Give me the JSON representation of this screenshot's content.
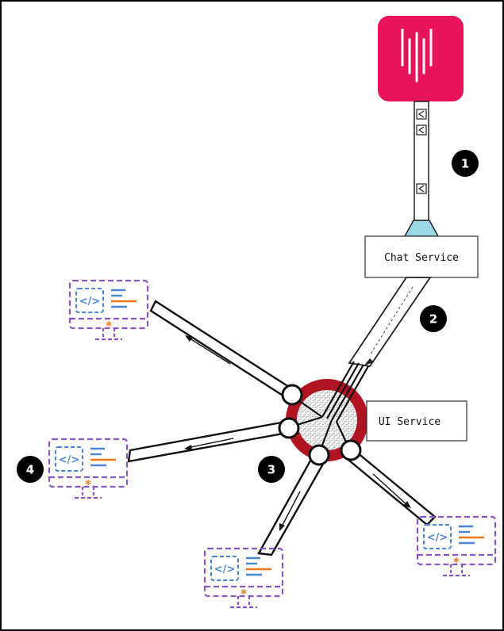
{
  "services": {
    "chat": {
      "label": "Chat Service"
    },
    "ui": {
      "label": "UI Service"
    }
  },
  "badges": [
    {
      "number": "1"
    },
    {
      "number": "2"
    },
    {
      "number": "3"
    },
    {
      "number": "4"
    }
  ],
  "clients": [
    {
      "code_glyph": "</>",
      "star": "*"
    },
    {
      "code_glyph": "</>",
      "star": "*"
    },
    {
      "code_glyph": "</>",
      "star": "*"
    },
    {
      "code_glyph": "</>",
      "star": "*"
    }
  ],
  "icons": {
    "source_logo": "app-logo-icon",
    "message": "message-envelope-icon",
    "client": "desktop-monitor-icon"
  },
  "colors": {
    "logo_bg": "#e8145a",
    "funnel": "#9ad8e8",
    "hub_ring": "#b01420",
    "client_border": "#8a55c8",
    "client_code": "#4a86d8",
    "client_accent": "#f07818",
    "badge": "#000000"
  }
}
